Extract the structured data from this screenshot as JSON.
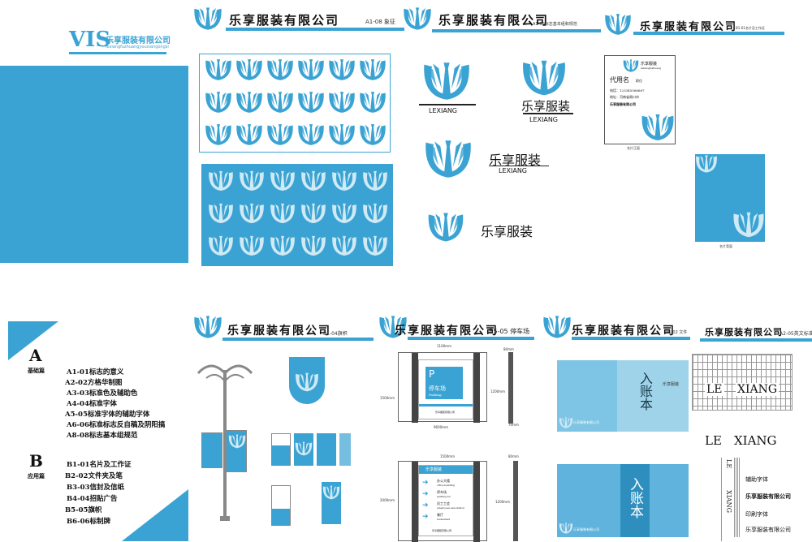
{
  "cover": {
    "vis": "VIS",
    "company": "乐享服装有限公司",
    "pinyin": "lexiangfuzhuangyouxiangongsi"
  },
  "headers": {
    "company": "乐享服装有限公司",
    "p1": "A1-08 象征",
    "p2": "A1-09标志基本组和规范",
    "p3": "B1-01名片及工作证",
    "p4": "B1-04旗帜",
    "p5": "B5-05 停车场",
    "p6": "B1-02 文件",
    "p7": "A2-05英文标准"
  },
  "logos": {
    "lexiang": "LEXIANG",
    "brand": "乐享服装"
  },
  "card": {
    "brand": "乐享服装",
    "brand_sub": "lexiangfuzhuang",
    "name": "代用名",
    "title": "职位",
    "phone": "电话：123345566667",
    "address": "地址：河南省周口市",
    "company": "乐享服装有限公司",
    "front_caption": "名片正面",
    "back_caption": "名片背面"
  },
  "index": {
    "a_letter": "A",
    "a_title": "基础篇",
    "a_items": [
      "A1-01标志的意义",
      "A2-02方格华制图",
      "A3-03标准色及辅助色",
      "A4-04标准字体",
      "A5-05标准字体的辅助字体",
      "A6-06标准标志反自稿及阴阳搞",
      "A8-08标志基本组规范"
    ],
    "b_letter": "B",
    "b_title": "应用篇",
    "b_items": [
      "B1-01名片及工作证",
      "B2-02文件夹及笔",
      "B3-03信封及信纸",
      "B4-04招贴广告",
      "B5-05旗帜",
      "B6-06标制牌"
    ]
  },
  "parking": {
    "width_label": "1100mm",
    "height_label": "1500mm",
    "pole_height": "1200mm",
    "pole_top": "80mm",
    "pole_bottom": "70mm",
    "p": "P",
    "title": "停车场",
    "en": "Parking",
    "footer": "乐享服装有限公司",
    "base": "9600mm"
  },
  "directory": {
    "width_label": "1500mm",
    "height_label": "2000mm",
    "pole_height": "1200mm",
    "pole_top": "80mm",
    "header": "乐享服装",
    "rows": [
      "办公大楼",
      "office building",
      "停车场",
      "parking lot",
      "员工工会",
      "employees association",
      "餐厅",
      "restaurant"
    ],
    "footer": "乐享服装有限公司"
  },
  "folder": {
    "title": "入账本",
    "brand": "乐享服装",
    "company": "乐享服装有限公司"
  },
  "typo": {
    "le": "LE",
    "xiang": "XIANG",
    "aux_font": "辅助字体",
    "company_bold": "乐享服装有限公司",
    "print_font": "印刷字体",
    "company_print": "乐享服装有限公司",
    "v_le": "LE",
    "v_xiang": "XIANG"
  },
  "colors": {
    "brand_blue": "#3aa3d3",
    "light_blue": "#8cc9e6"
  }
}
